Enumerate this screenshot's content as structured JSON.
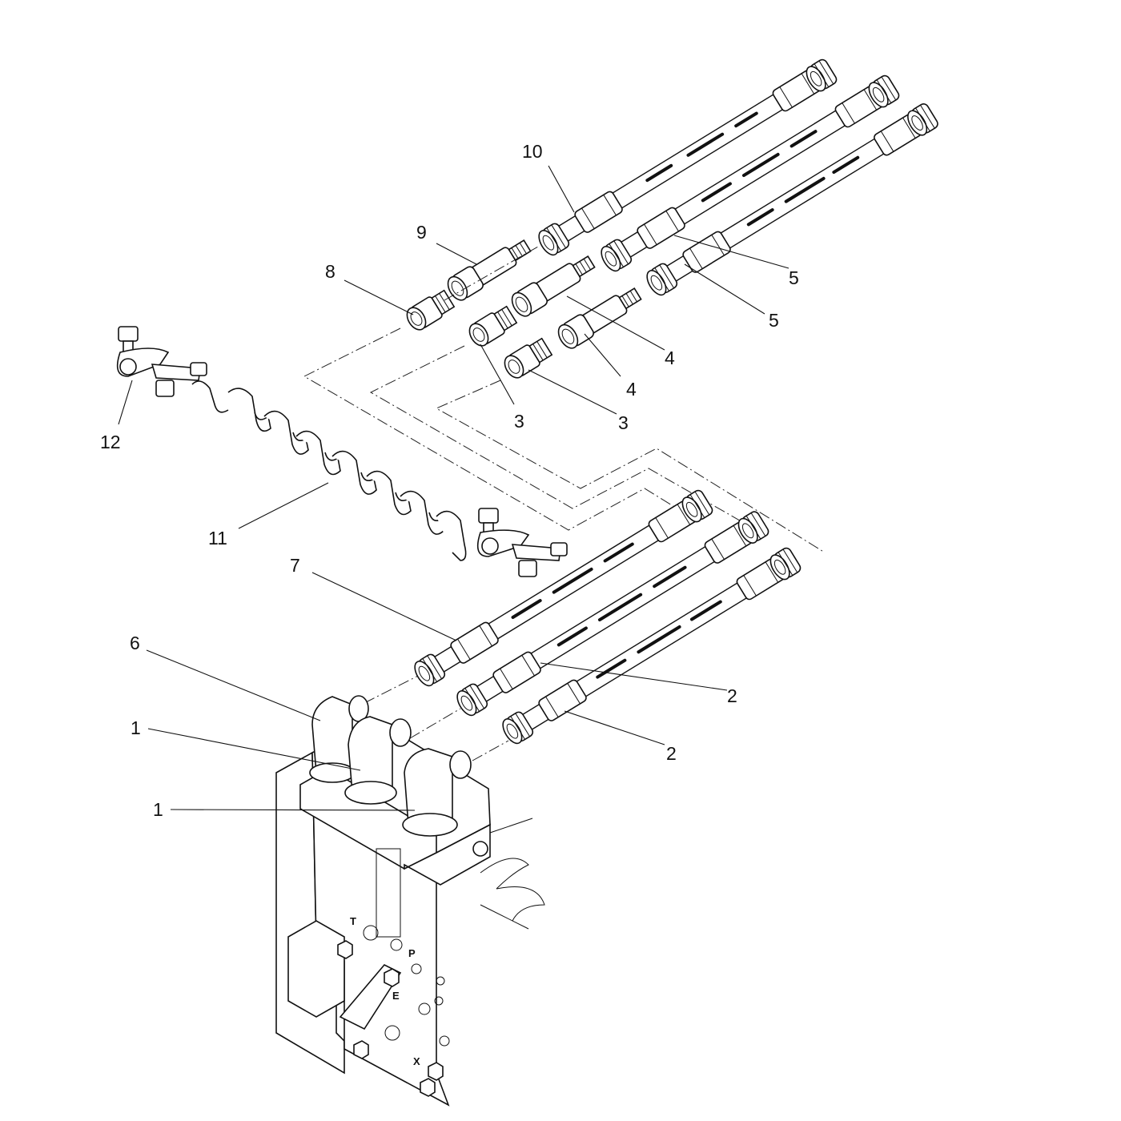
{
  "callouts": {
    "c1a": "1",
    "c1b": "1",
    "c2a": "2",
    "c2b": "2",
    "c3a": "3",
    "c3b": "3",
    "c4a": "4",
    "c4b": "4",
    "c5a": "5",
    "c5b": "5",
    "c6": "6",
    "c7": "7",
    "c8": "8",
    "c9": "9",
    "c10": "10",
    "c11": "11",
    "c12": "12"
  },
  "port_marks": {
    "t": "T",
    "p": "P",
    "e": "E",
    "x": "X"
  }
}
